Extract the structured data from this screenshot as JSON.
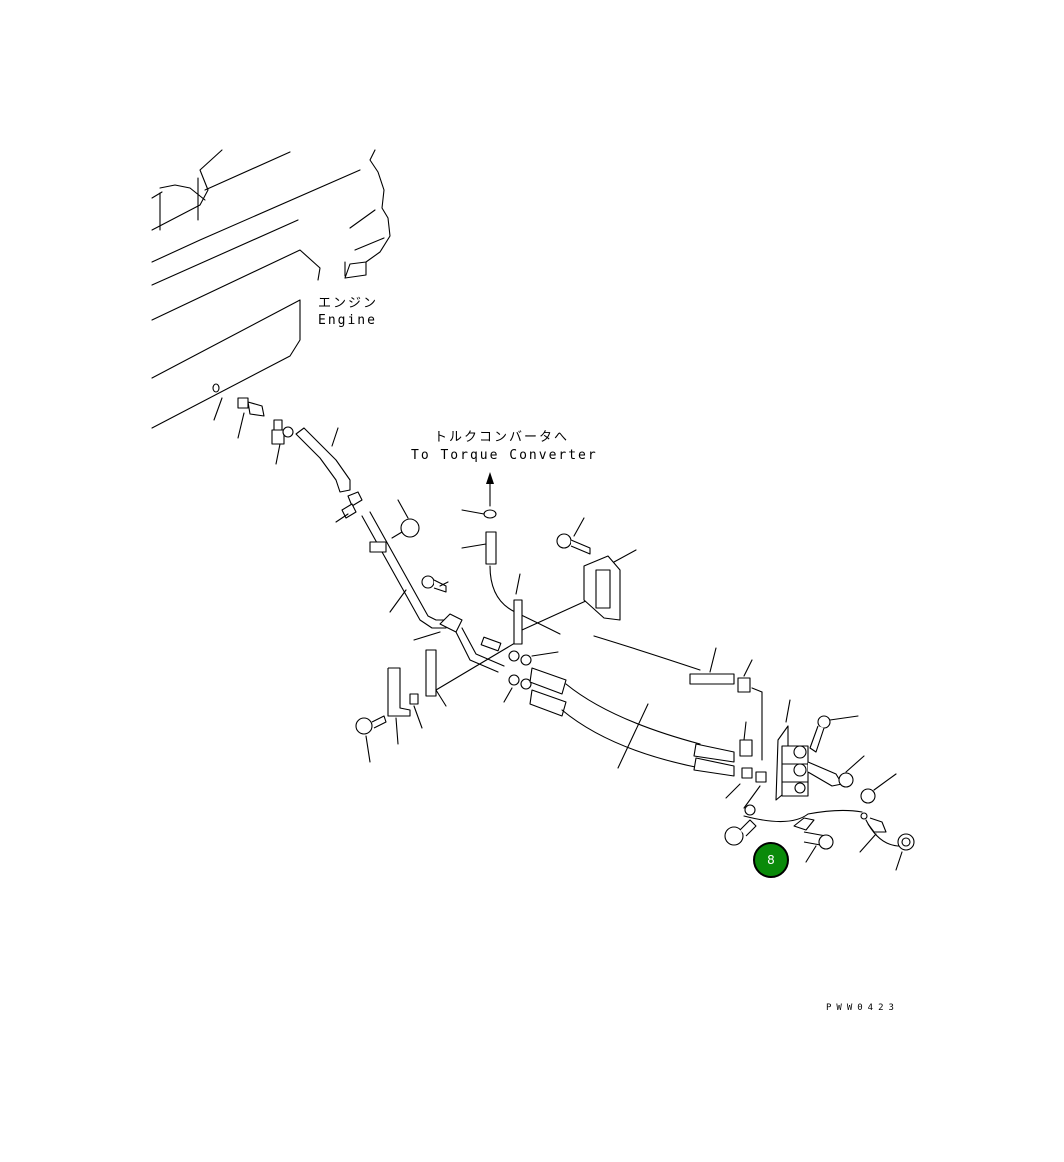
{
  "labels": {
    "engine_jp": "エンジン",
    "engine_en": "Engine",
    "torque_jp": "トルクコンバータへ",
    "torque_en": "To Torque Converter"
  },
  "drawing_code": "PWW0423",
  "callout": {
    "number": "8",
    "fill": "#0a8a0a"
  }
}
